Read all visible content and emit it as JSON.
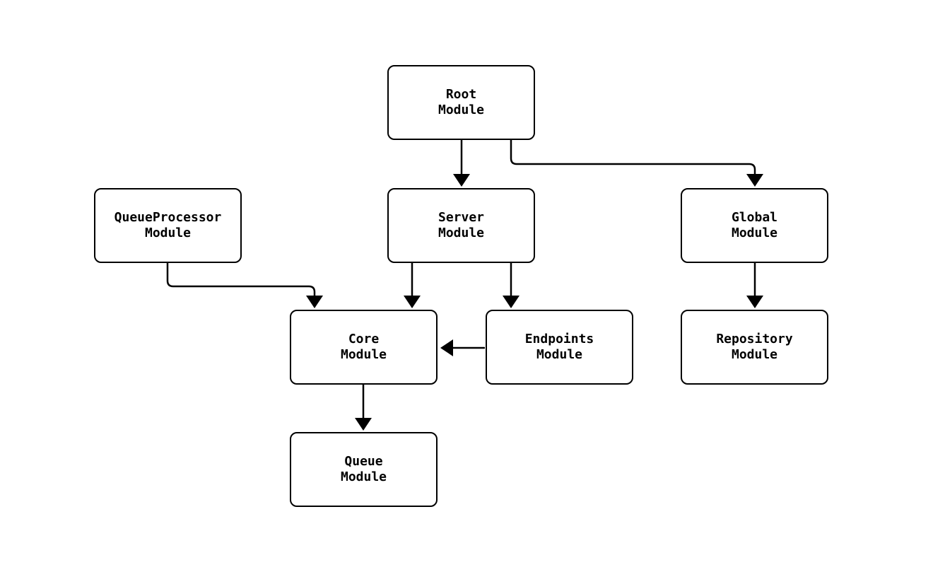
{
  "diagram": {
    "type": "flowchart",
    "background_color": "#ffffff",
    "node_fill_color": "#ffffff",
    "node_border_color": "#000000",
    "edge_color": "#000000",
    "text_color": "#000000",
    "nodes": [
      {
        "id": "root",
        "label": "Root\nModule"
      },
      {
        "id": "queueprocessor",
        "label": "QueueProcessor\nModule"
      },
      {
        "id": "server",
        "label": "Server\nModule"
      },
      {
        "id": "global",
        "label": "Global\nModule"
      },
      {
        "id": "core",
        "label": "Core\nModule"
      },
      {
        "id": "endpoints",
        "label": "Endpoints\nModule"
      },
      {
        "id": "repository",
        "label": "Repository\nModule"
      },
      {
        "id": "queue",
        "label": "Queue\nModule"
      }
    ],
    "edges": [
      {
        "from": "Root Module",
        "to": "Server Module"
      },
      {
        "from": "Root Module",
        "to": "Global Module"
      },
      {
        "from": "QueueProcessor Module",
        "to": "Core Module"
      },
      {
        "from": "Server Module",
        "to": "Core Module"
      },
      {
        "from": "Server Module",
        "to": "Endpoints Module"
      },
      {
        "from": "Endpoints Module",
        "to": "Core Module"
      },
      {
        "from": "Core Module",
        "to": "Queue Module"
      },
      {
        "from": "Global Module",
        "to": "Repository Module"
      }
    ]
  }
}
